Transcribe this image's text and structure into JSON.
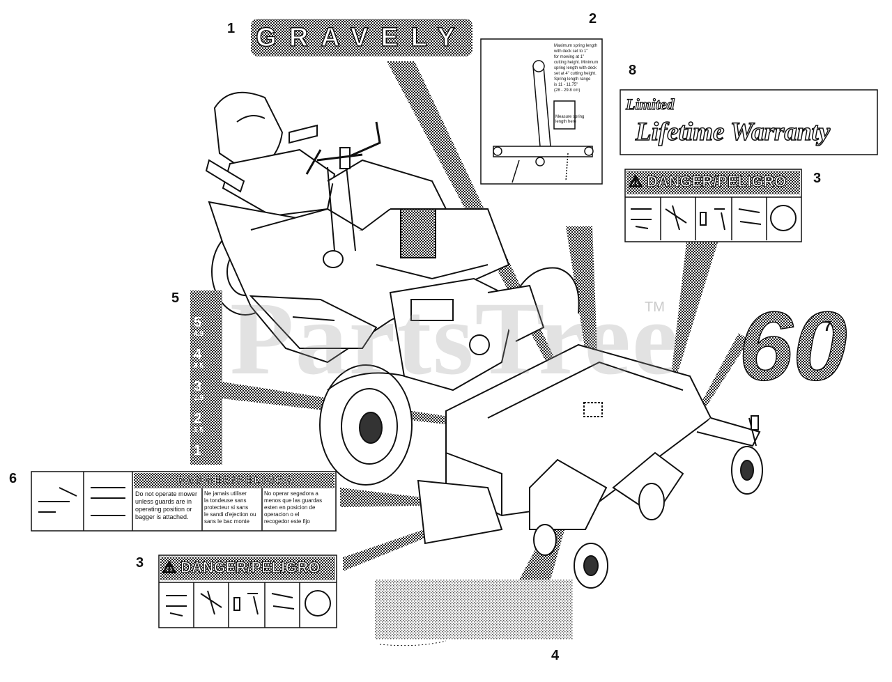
{
  "callouts": {
    "n1": "1",
    "n2": "2",
    "n3a": "3",
    "n3b": "3",
    "n4": "4",
    "n5": "5",
    "n6": "6",
    "n7": "7",
    "n8": "8"
  },
  "decal_brand": "GRAVELY",
  "decal_warranty": {
    "limited": "Limited",
    "lifetime": "Lifetime Warranty"
  },
  "decal_danger": {
    "header": "DANGER/PELIGRO"
  },
  "decal_height_scale": {
    "marks": [
      "5",
      "4.5",
      "4",
      "3.5",
      "3",
      "2.5",
      "2",
      "1.5",
      "1"
    ]
  },
  "decal_60": "60",
  "decal_guard": {
    "header": "DANGER/PELIGRO",
    "english": [
      "Do not operate mower",
      "unless guards are in",
      "operating position or",
      "bagger is attached."
    ],
    "french": [
      "Ne jamais utiliser",
      "la tondeuse sans",
      "protecteur si sans",
      "le sandi d'ejection ou",
      "sans le bac monte"
    ],
    "spanish": [
      "No operar segadora a",
      "menos que las guardas",
      "esten en posicion de",
      "operacion o el",
      "recogedor este fijo"
    ]
  },
  "decal_spring": {
    "text": [
      "Maximum spring length",
      "with deck set to 1\"",
      "for mowing at 1\"",
      "cutting height. Minimum",
      "spring length with deck",
      "set at 4\" cutting height.",
      "Spring length range",
      "is 11 - 11.75\"",
      "(28 - 29.8 cm)"
    ],
    "box_label": [
      "Measure spring",
      "length here"
    ]
  },
  "watermark": {
    "text": "PartsTree",
    "tm": "TM"
  },
  "colors": {
    "ink": "#111111",
    "watermark": "#9a9a9a",
    "paper": "#ffffff"
  }
}
